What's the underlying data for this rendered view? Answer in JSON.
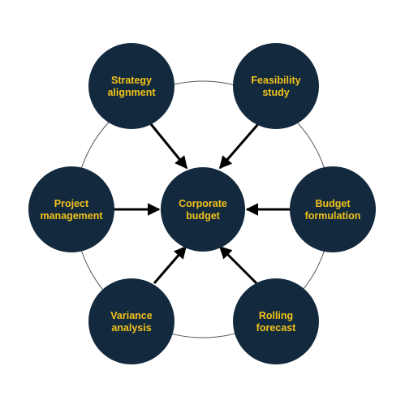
{
  "colors": {
    "node_fill": "#13293d",
    "node_text": "#f2c31b",
    "arrow": "#000000",
    "ring": "#555555"
  },
  "center": {
    "lines": [
      "Corporate",
      "budget"
    ]
  },
  "nodes": [
    {
      "id": "strategy-alignment",
      "lines": [
        "Strategy",
        "alignment"
      ]
    },
    {
      "id": "feasibility-study",
      "lines": [
        "Feasibility",
        "study"
      ]
    },
    {
      "id": "budget-formulation",
      "lines": [
        "Budget",
        "formulation"
      ]
    },
    {
      "id": "rolling-forecast",
      "lines": [
        "Rolling",
        "forecast"
      ]
    },
    {
      "id": "variance-analysis",
      "lines": [
        "Variance",
        "analysis"
      ]
    },
    {
      "id": "project-management",
      "lines": [
        "Project",
        "management"
      ]
    }
  ]
}
